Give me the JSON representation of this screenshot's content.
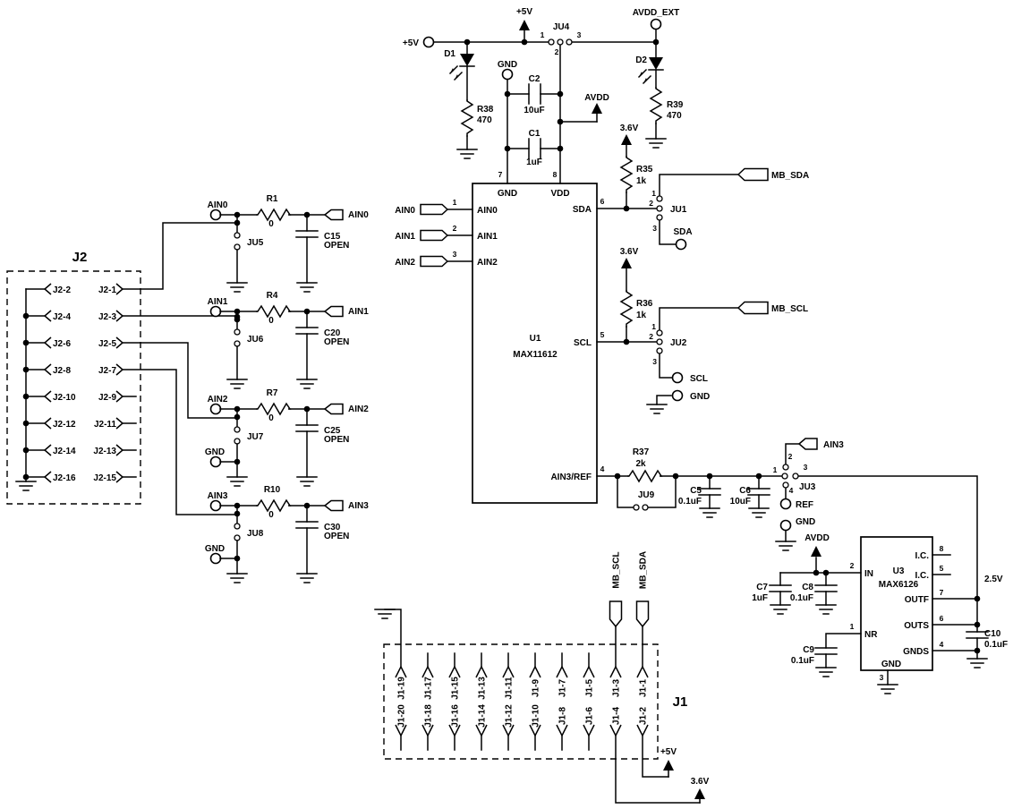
{
  "nets": {
    "p5v": "+5V",
    "v36": "3.6V",
    "v25": "2.5V",
    "avdd": "AVDD",
    "avdd_ext": "AVDD_EXT",
    "gnd": "GND",
    "sda": "SDA",
    "scl": "SCL",
    "mb_sda": "MB_SDA",
    "mb_scl": "MB_SCL",
    "ref": "REF",
    "ain0": "AIN0",
    "ain1": "AIN1",
    "ain2": "AIN2",
    "ain3": "AIN3"
  },
  "pin_numbers": {
    "n1": "1",
    "n2": "2",
    "n3": "3",
    "n4": "4",
    "n5": "5",
    "n6": "6",
    "n7": "7",
    "n8": "8"
  },
  "u1_pins": {
    "gnd": "GND",
    "vdd": "VDD",
    "ain0": "AIN0",
    "ain1": "AIN1",
    "ain2": "AIN2",
    "sda": "SDA",
    "scl": "SCL",
    "ain3_ref": "AIN3/REF"
  },
  "u3_pins": {
    "in": "IN",
    "nr": "NR",
    "gnd": "GND",
    "ic": "I.C.",
    "outf": "OUTF",
    "outs": "OUTS",
    "gnds": "GNDS"
  },
  "components": {
    "u1": {
      "ref": "U1",
      "part": "MAX11612"
    },
    "u3": {
      "ref": "U3",
      "part": "MAX6126"
    },
    "d1": {
      "ref": "D1"
    },
    "d2": {
      "ref": "D2"
    },
    "r1": {
      "ref": "R1",
      "value": "0"
    },
    "r4": {
      "ref": "R4",
      "value": "0"
    },
    "r7": {
      "ref": "R7",
      "value": "0"
    },
    "r10": {
      "ref": "R10",
      "value": "0"
    },
    "r35": {
      "ref": "R35",
      "value": "1k"
    },
    "r36": {
      "ref": "R36",
      "value": "1k"
    },
    "r37": {
      "ref": "R37",
      "value": "2k"
    },
    "r38": {
      "ref": "R38",
      "value": "470"
    },
    "r39": {
      "ref": "R39",
      "value": "470"
    },
    "c1": {
      "ref": "C1",
      "value": "1uF"
    },
    "c2": {
      "ref": "C2",
      "value": "10uF"
    },
    "c5": {
      "ref": "C5",
      "value": "0.1uF"
    },
    "c6": {
      "ref": "C6",
      "value": "10uF"
    },
    "c7": {
      "ref": "C7",
      "value": "1uF"
    },
    "c8": {
      "ref": "C8",
      "value": "0.1uF"
    },
    "c9": {
      "ref": "C9",
      "value": "0.1uF"
    },
    "c10": {
      "ref": "C10",
      "value": "0.1uF"
    },
    "c15": {
      "ref": "C15",
      "value": "OPEN"
    },
    "c20": {
      "ref": "C20",
      "value": "OPEN"
    },
    "c25": {
      "ref": "C25",
      "value": "OPEN"
    },
    "c30": {
      "ref": "C30",
      "value": "OPEN"
    },
    "ju1": {
      "ref": "JU1"
    },
    "ju2": {
      "ref": "JU2"
    },
    "ju3": {
      "ref": "JU3"
    },
    "ju4": {
      "ref": "JU4"
    },
    "ju5": {
      "ref": "JU5"
    },
    "ju6": {
      "ref": "JU6"
    },
    "ju7": {
      "ref": "JU7"
    },
    "ju8": {
      "ref": "JU8"
    },
    "ju9": {
      "ref": "JU9"
    },
    "j1": {
      "ref": "J1",
      "pins_top": [
        "J1-19",
        "J1-17",
        "J1-15",
        "J1-13",
        "J1-11",
        "J1-9",
        "J1-7",
        "J1-5",
        "J1-3",
        "J1-1"
      ],
      "pins_bottom": [
        "J1-20",
        "J1-18",
        "J1-16",
        "J1-14",
        "J1-12",
        "J1-10",
        "J1-8",
        "J1-6",
        "J1-4",
        "J1-2"
      ]
    },
    "j2": {
      "ref": "J2",
      "pins_left": [
        "J2-2",
        "J2-4",
        "J2-6",
        "J2-8",
        "J2-10",
        "J2-12",
        "J2-14",
        "J2-16"
      ],
      "pins_right": [
        "J2-1",
        "J2-3",
        "J2-5",
        "J2-7",
        "J2-9",
        "J2-11",
        "J2-13",
        "J2-15"
      ]
    }
  }
}
